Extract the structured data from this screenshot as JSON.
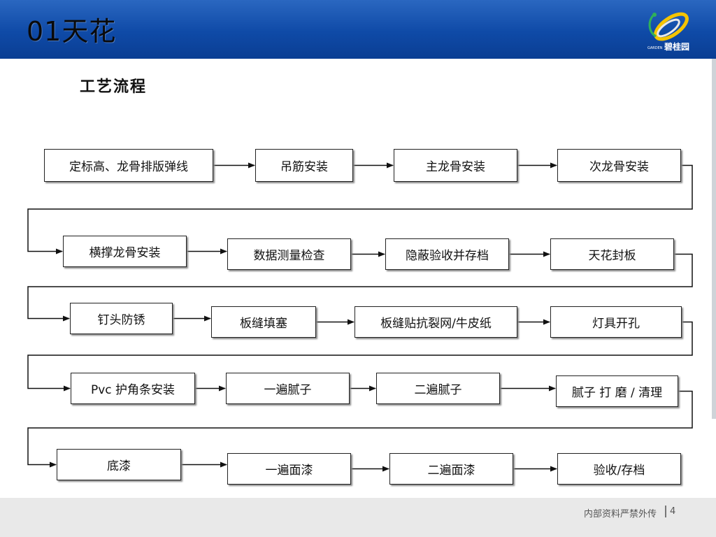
{
  "header": {
    "title": "01天花"
  },
  "logo": {
    "brand": "碧桂园",
    "small": "GARDEN"
  },
  "subtitle": "工艺流程",
  "steps": [
    "定标高、龙骨排版弹线",
    "吊筋安装",
    "主龙骨安装",
    "次龙骨安装",
    "横撑龙骨安装",
    "数据测量检查",
    "隐蔽验收并存档",
    "天花封板",
    "钉头防锈",
    "板缝填塞",
    "板缝贴抗裂网/牛皮纸",
    "灯具开孔",
    "Pvc 护角条安装",
    "一遍腻子",
    "二遍腻子",
    "腻子 打 磨 / 清理",
    "底漆",
    "一遍面漆",
    "二遍面漆",
    "验收/存档"
  ],
  "footer": {
    "text": "内部资料严禁外传",
    "page": "4"
  },
  "colors": {
    "header": "#0f4aa7",
    "line": "#111111"
  }
}
